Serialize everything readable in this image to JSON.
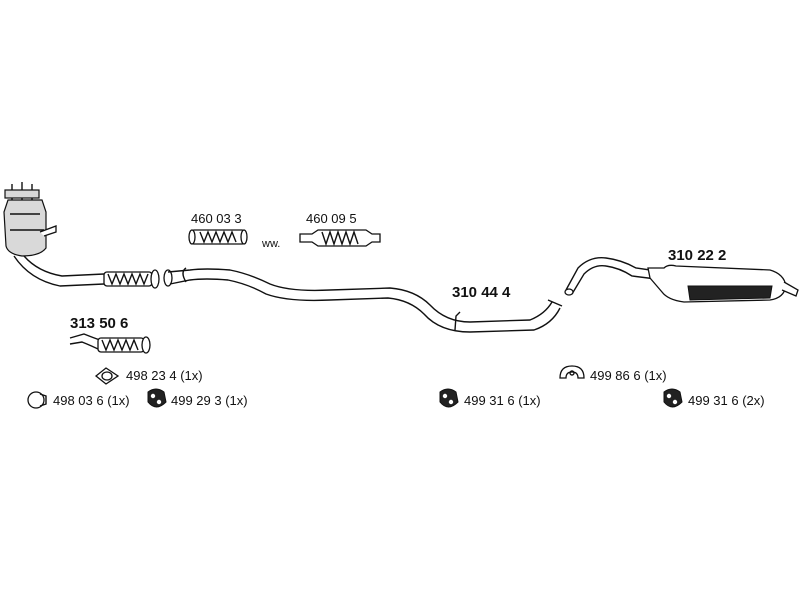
{
  "parts": {
    "flex_pipe_a": "460 03 3",
    "or_label": "ww.",
    "flex_pipe_b": "460 09 5",
    "front_pipe": "313 50 6",
    "middle_pipe": "310 44 4",
    "rear_silencer": "310 22 2"
  },
  "fittings": {
    "gasket": "498 23 4  (1x)",
    "clamp_ring": "498 03 6  (1x)",
    "rubber_mount_front": "499 29 3  (1x)",
    "rubber_mount_middle": "499 31 6  (1x)",
    "rear_bracket": "499 86 6  (1x)",
    "rubber_mount_rear": "499 31 6  (2x)"
  }
}
